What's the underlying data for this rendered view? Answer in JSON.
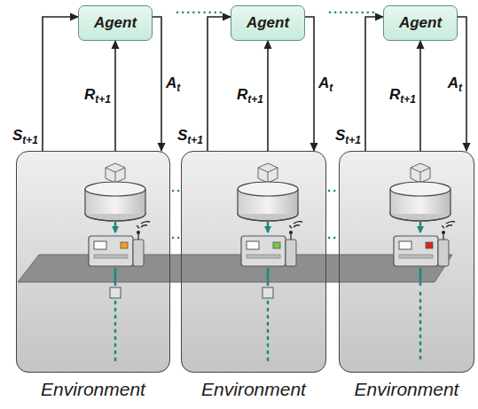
{
  "diagram": {
    "nodes": [
      {
        "text": [
          "Agent"
        ]
      },
      {
        "text": [
          "Agent"
        ]
      },
      {
        "text": [
          "Agent"
        ]
      },
      {
        "text": [
          "Environment"
        ]
      },
      {
        "text": [
          "Environment"
        ]
      },
      {
        "text": [
          "Environment"
        ]
      }
    ],
    "edges": [
      {
        "from": 3,
        "to": 0,
        "arrow": "to",
        "label": "St+1"
      },
      {
        "from": 3,
        "to": 0,
        "arrow": "to",
        "label": "Rt+1"
      },
      {
        "from": 0,
        "to": 3,
        "arrow": "to",
        "label": "At"
      },
      {
        "from": 4,
        "to": 1,
        "arrow": "to",
        "label": "St+1"
      },
      {
        "from": 4,
        "to": 1,
        "arrow": "to",
        "label": "Rt+1"
      },
      {
        "from": 1,
        "to": 4,
        "arrow": "to",
        "label": "At"
      },
      {
        "from": 5,
        "to": 2,
        "arrow": "to",
        "label": "St+1"
      },
      {
        "from": 5,
        "to": 2,
        "arrow": "to",
        "label": "Rt+1"
      },
      {
        "from": 2,
        "to": 5,
        "arrow": "to",
        "label": "At"
      }
    ]
  }
}
